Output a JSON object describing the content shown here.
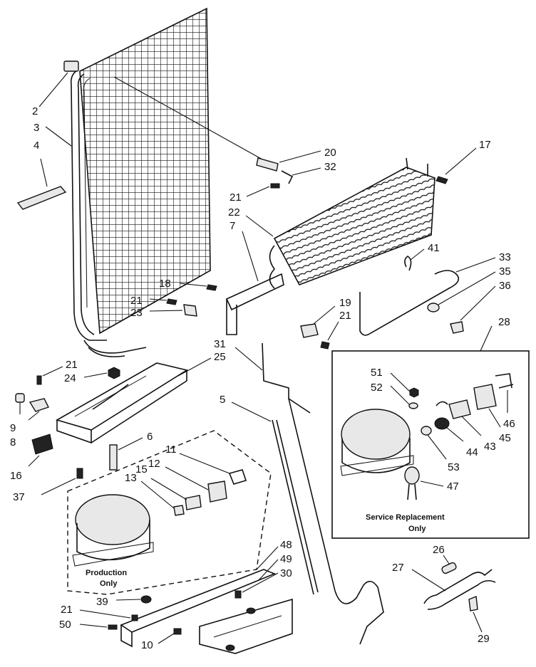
{
  "callouts": {
    "c2": "2",
    "c3": "3",
    "c4": "4",
    "c5": "5",
    "c6": "6",
    "c7": "7",
    "c8": "8",
    "c9": "9",
    "c10": "10",
    "c11": "11",
    "c12": "12",
    "c13": "13",
    "c15": "15",
    "c16": "16",
    "c17": "17",
    "c18": "18",
    "c19": "19",
    "c20": "20",
    "c21": "21",
    "c22": "22",
    "c23": "23",
    "c24": "24",
    "c25": "25",
    "c26": "26",
    "c27": "27",
    "c28": "28",
    "c29": "29",
    "c30": "30",
    "c31": "31",
    "c32": "32",
    "c33": "33",
    "c35": "35",
    "c36": "36",
    "c37": "37",
    "c39": "39",
    "c41": "41",
    "c43": "43",
    "c44": "44",
    "c45": "45",
    "c46": "46",
    "c47": "47",
    "c48": "48",
    "c49": "49",
    "c50": "50",
    "c51": "51",
    "c52": "52",
    "c53": "53"
  },
  "labels": {
    "production_line1": "Production",
    "production_line2": "Only",
    "service_line1": "Service Replacement",
    "service_line2": "Only"
  }
}
